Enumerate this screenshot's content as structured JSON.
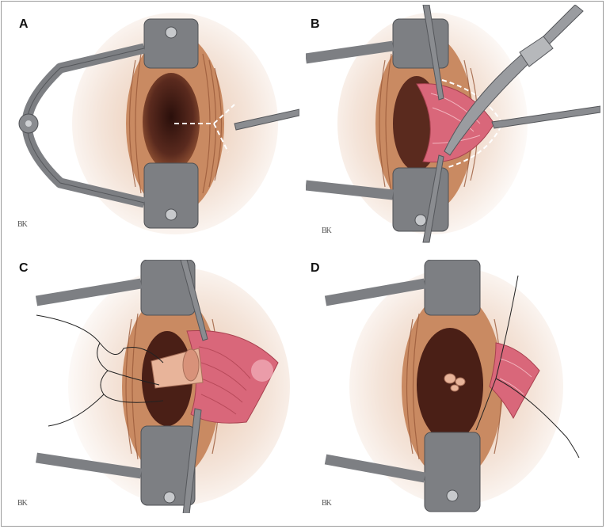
{
  "panels": [
    {
      "letter": "A",
      "signature": "BK"
    },
    {
      "letter": "B",
      "signature": "BK"
    },
    {
      "letter": "C",
      "signature": "BK"
    },
    {
      "letter": "D",
      "signature": "BK"
    }
  ],
  "colors": {
    "retractor": "#7d7f83",
    "retractor_dark": "#55575b",
    "skin": "#f3e3d8",
    "muscle": "#c98a62",
    "muscle_dark": "#8c4e31",
    "cavity": "#3a1a14",
    "mucosa": "#d9677a",
    "mucosa_light": "#f2b3bd",
    "dashed": "#ffffff"
  }
}
